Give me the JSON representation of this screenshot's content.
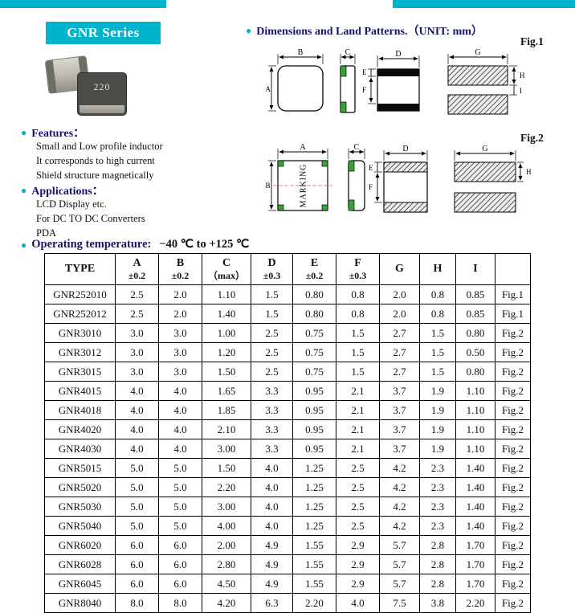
{
  "icons": {
    "bullet": "●"
  },
  "colors": {
    "accent_cyan": "#00b4cc",
    "heading_navy": "#15156e",
    "pad_green": "#3aa23a",
    "center_line_pink": "#d98c8c"
  },
  "page": {
    "series_title": "GNR Series",
    "product_marking": "220",
    "dimensions_heading": "Dimensions and Land Patterns.（UNIT: mm）",
    "features_title": "Features：",
    "features": [
      "Small and Low profile inductor",
      "It corresponds to high current",
      "Shield structure magnetically"
    ],
    "applications_title": "Applications：",
    "applications": [
      "LCD Display etc.",
      "For DC TO DC Converters",
      "PDA"
    ],
    "operating_label": "Operating  temperature:",
    "operating_value": "−40 ℃ to +125 ℃"
  },
  "figures": {
    "fig1_label": "Fig.1",
    "fig2_label": "Fig.2",
    "marking_text": "MARKING",
    "dims": {
      "A": "A",
      "B": "B",
      "C": "C",
      "D": "D",
      "E": "E",
      "F": "F",
      "G": "G",
      "H": "H",
      "I": "I"
    }
  },
  "table": {
    "headers": [
      {
        "top": "TYPE",
        "sub": ""
      },
      {
        "top": "A",
        "sub": "±0.2"
      },
      {
        "top": "B",
        "sub": "±0.2"
      },
      {
        "top": "C",
        "sub": "（max）"
      },
      {
        "top": "D",
        "sub": "±0.3"
      },
      {
        "top": "E",
        "sub": "±0.2"
      },
      {
        "top": "F",
        "sub": "±0.3"
      },
      {
        "top": "G",
        "sub": ""
      },
      {
        "top": "H",
        "sub": ""
      },
      {
        "top": "I",
        "sub": ""
      },
      {
        "top": "",
        "sub": ""
      }
    ],
    "rows": [
      [
        "GNR252010",
        "2.5",
        "2.0",
        "1.10",
        "1.5",
        "0.80",
        "0.8",
        "2.0",
        "0.8",
        "0.85",
        "Fig.1"
      ],
      [
        "GNR252012",
        "2.5",
        "2.0",
        "1.40",
        "1.5",
        "0.80",
        "0.8",
        "2.0",
        "0.8",
        "0.85",
        "Fig.1"
      ],
      [
        "GNR3010",
        "3.0",
        "3.0",
        "1.00",
        "2.5",
        "0.75",
        "1.5",
        "2.7",
        "1.5",
        "0.80",
        "Fig.2"
      ],
      [
        "GNR3012",
        "3.0",
        "3.0",
        "1.20",
        "2.5",
        "0.75",
        "1.5",
        "2.7",
        "1.5",
        "0.50",
        "Fig.2"
      ],
      [
        "GNR3015",
        "3.0",
        "3.0",
        "1.50",
        "2.5",
        "0.75",
        "1.5",
        "2.7",
        "1.5",
        "0.80",
        "Fig.2"
      ],
      [
        "GNR4015",
        "4.0",
        "4.0",
        "1.65",
        "3.3",
        "0.95",
        "2.1",
        "3.7",
        "1.9",
        "1.10",
        "Fig.2"
      ],
      [
        "GNR4018",
        "4.0",
        "4.0",
        "1.85",
        "3.3",
        "0.95",
        "2.1",
        "3.7",
        "1.9",
        "1.10",
        "Fig.2"
      ],
      [
        "GNR4020",
        "4.0",
        "4.0",
        "2.10",
        "3.3",
        "0.95",
        "2.1",
        "3.7",
        "1.9",
        "1.10",
        "Fig.2"
      ],
      [
        "GNR4030",
        "4.0",
        "4.0",
        "3.00",
        "3.3",
        "0.95",
        "2.1",
        "3.7",
        "1.9",
        "1.10",
        "Fig.2"
      ],
      [
        "GNR5015",
        "5.0",
        "5.0",
        "1.50",
        "4.0",
        "1.25",
        "2.5",
        "4.2",
        "2.3",
        "1.40",
        "Fig.2"
      ],
      [
        "GNR5020",
        "5.0",
        "5.0",
        "2.20",
        "4.0",
        "1.25",
        "2.5",
        "4.2",
        "2.3",
        "1.40",
        "Fig.2"
      ],
      [
        "GNR5030",
        "5.0",
        "5.0",
        "3.00",
        "4.0",
        "1.25",
        "2.5",
        "4.2",
        "2.3",
        "1.40",
        "Fig.2"
      ],
      [
        "GNR5040",
        "5.0",
        "5.0",
        "4.00",
        "4.0",
        "1.25",
        "2.5",
        "4.2",
        "2.3",
        "1.40",
        "Fig.2"
      ],
      [
        "GNR6020",
        "6.0",
        "6.0",
        "2.00",
        "4.9",
        "1.55",
        "2.9",
        "5.7",
        "2.8",
        "1.70",
        "Fig.2"
      ],
      [
        "GNR6028",
        "6.0",
        "6.0",
        "2.80",
        "4.9",
        "1.55",
        "2.9",
        "5.7",
        "2.8",
        "1.70",
        "Fig.2"
      ],
      [
        "GNR6045",
        "6.0",
        "6.0",
        "4.50",
        "4.9",
        "1.55",
        "2.9",
        "5.7",
        "2.8",
        "1.70",
        "Fig.2"
      ],
      [
        "GNR8040",
        "8.0",
        "8.0",
        "4.20",
        "6.3",
        "2.20",
        "4.0",
        "7.5",
        "3.8",
        "2.20",
        "Fig.2"
      ]
    ]
  }
}
